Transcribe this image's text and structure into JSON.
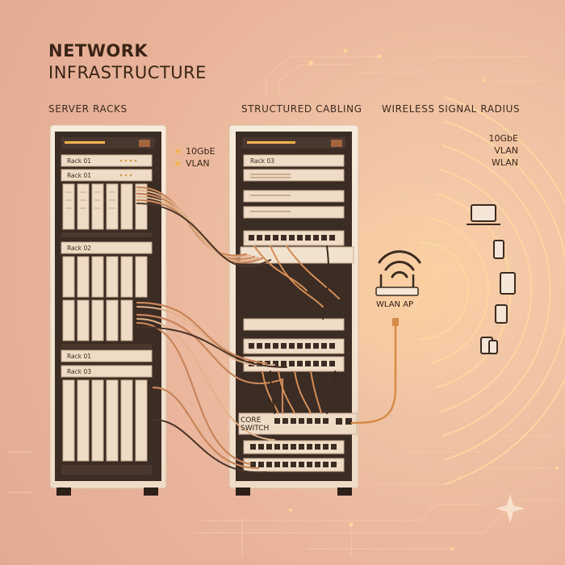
{
  "title": {
    "line1": "NETWORK",
    "line2": "INFRASTRUCTURE"
  },
  "sections": {
    "server_racks": "SERVER RACKS",
    "structured_cabling": "STRUCTURED CABLING",
    "wireless": "WIRELESS SIGNAL RADIUS"
  },
  "legend_left": {
    "item1": "10GbE",
    "item2": "VLAN"
  },
  "legend_right": {
    "item1": "10GbE",
    "item2": "VLAN",
    "item3": "WLAN"
  },
  "rack_left": {
    "units": [
      "Rack 01",
      "Rack 01",
      "Rack 02",
      "Rack 01",
      "Rack 03"
    ]
  },
  "rack_right": {
    "units": [
      "Rack 03"
    ]
  },
  "core_switch": {
    "line1": "CORE",
    "line2": "SWITCH"
  },
  "wlan_ap": "WLAN AP",
  "colors": {
    "background": "#e9b49b",
    "rack_frame": "#f6e7d4",
    "rack_dark": "#3b2c24",
    "accent_glow": "#f3b25a",
    "cable_copper": "#c9855a"
  },
  "icons": [
    "laptop-icon",
    "phone-icon",
    "tablet-icon",
    "router-icon",
    "sparkle-icon"
  ]
}
